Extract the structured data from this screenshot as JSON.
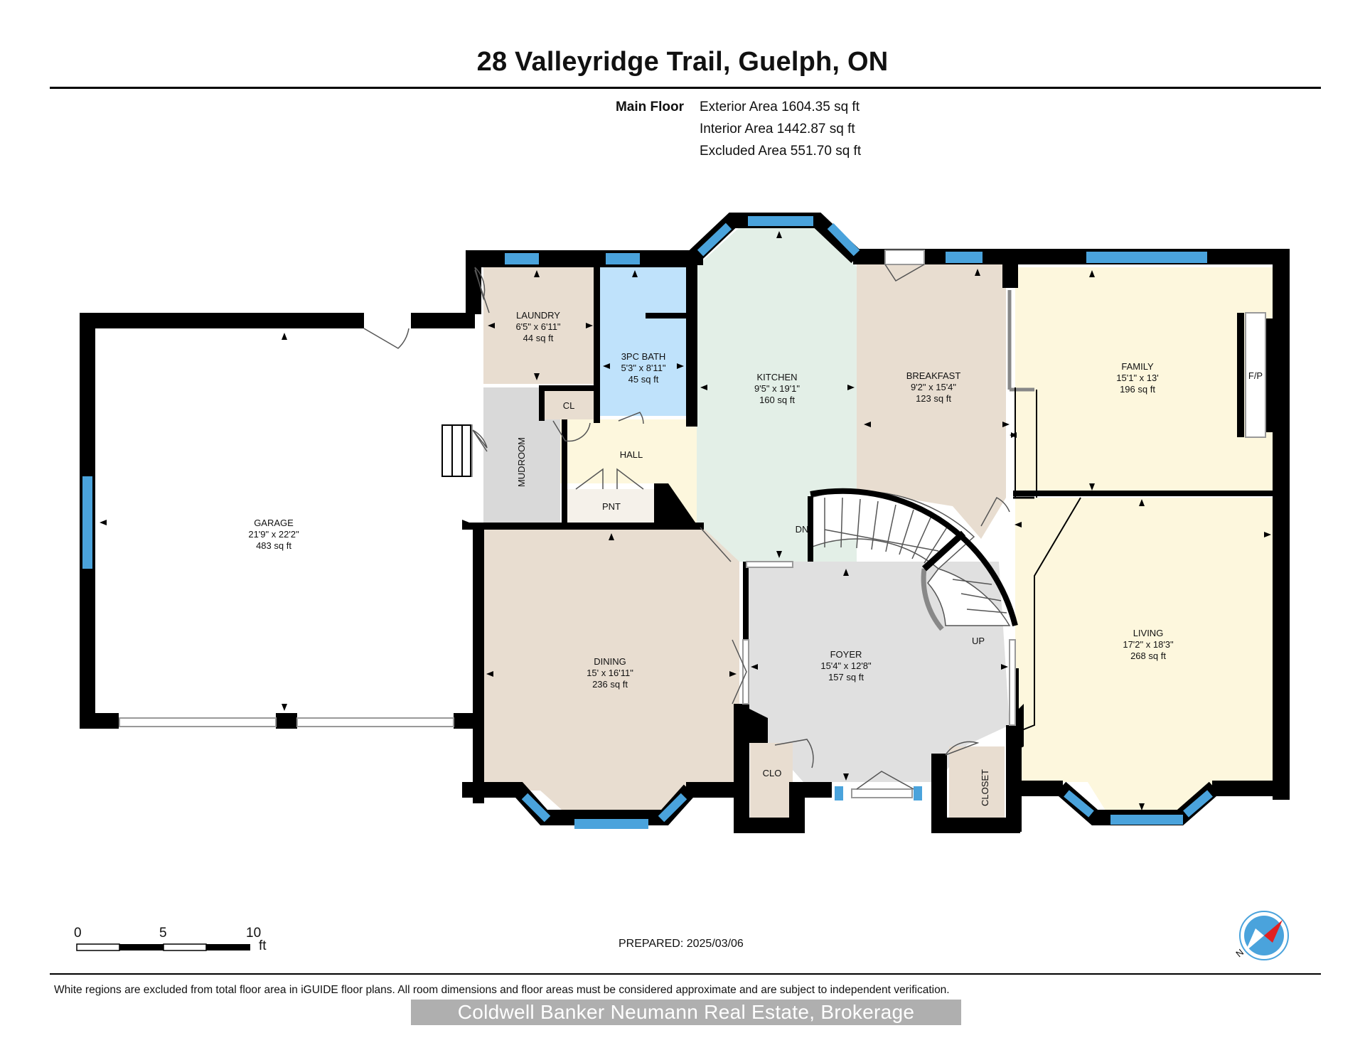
{
  "header": {
    "title": "28 Valleyridge Trail, Guelph, ON",
    "floor_label": "Main Floor",
    "exterior_area": "Exterior Area 1604.35 sq ft",
    "interior_area": "Interior Area 1442.87 sq ft",
    "excluded_area": "Excluded Area 551.70 sq ft"
  },
  "rooms": {
    "garage": {
      "name": "GARAGE",
      "dims": "21'9\" x 22'2\"",
      "area": "483 sq ft"
    },
    "laundry": {
      "name": "LAUNDRY",
      "dims": "6'5\" x 6'11\"",
      "area": "44 sq ft"
    },
    "bath": {
      "name": "3PC BATH",
      "dims": "5'3\" x 8'11\"",
      "area": "45 sq ft"
    },
    "kitchen": {
      "name": "KITCHEN",
      "dims": "9'5\" x 19'1\"",
      "area": "160 sq ft"
    },
    "breakfast": {
      "name": "BREAKFAST",
      "dims": "9'2\" x 15'4\"",
      "area": "123 sq ft"
    },
    "family": {
      "name": "FAMILY",
      "dims": "15'1\" x 13'",
      "area": "196 sq ft"
    },
    "living": {
      "name": "LIVING",
      "dims": "17'2\" x 18'3\"",
      "area": "268 sq ft"
    },
    "dining": {
      "name": "DINING",
      "dims": "15' x 16'11\"",
      "area": "236 sq ft"
    },
    "foyer": {
      "name": "FOYER",
      "dims": "15'4\" x 12'8\"",
      "area": "157 sq ft"
    },
    "mudroom": "MUDROOM",
    "hall": "HALL",
    "cl": "CL",
    "pnt": "PNT",
    "clo": "CLO",
    "closet": "CLOSET",
    "fp": "F/P",
    "dn": "DN",
    "up": "UP"
  },
  "scale": {
    "ticks": [
      "0",
      "5",
      "10"
    ],
    "unit": "ft"
  },
  "prepared": "PREPARED: 2025/03/06",
  "compass": {
    "north": "N"
  },
  "footer": {
    "disclaimer": "White regions are excluded from total floor area in iGUIDE floor plans. All room dimensions and floor areas must be considered approximate and are subject to independent verification.",
    "watermark": "Coldwell Banker Neumann Real Estate, Brokerage"
  },
  "colors": {
    "wall": "#000000",
    "window": "#4aa3dc",
    "garage": "#ffffff",
    "laundry": "#e8ddd0",
    "bath": "#bfe2fb",
    "kitchen": "#e3efe7",
    "breakfast": "#e8ddd0",
    "family": "#fdf7dd",
    "living": "#fdf7dd",
    "dining": "#e8ddd0",
    "foyer": "#e0e0e0",
    "mudroom": "#d9d9d9",
    "hall": "#fdf7dd",
    "closet": "#e8ddd0",
    "compass": "#4aa3dc",
    "compass_needle": "#e02020"
  }
}
